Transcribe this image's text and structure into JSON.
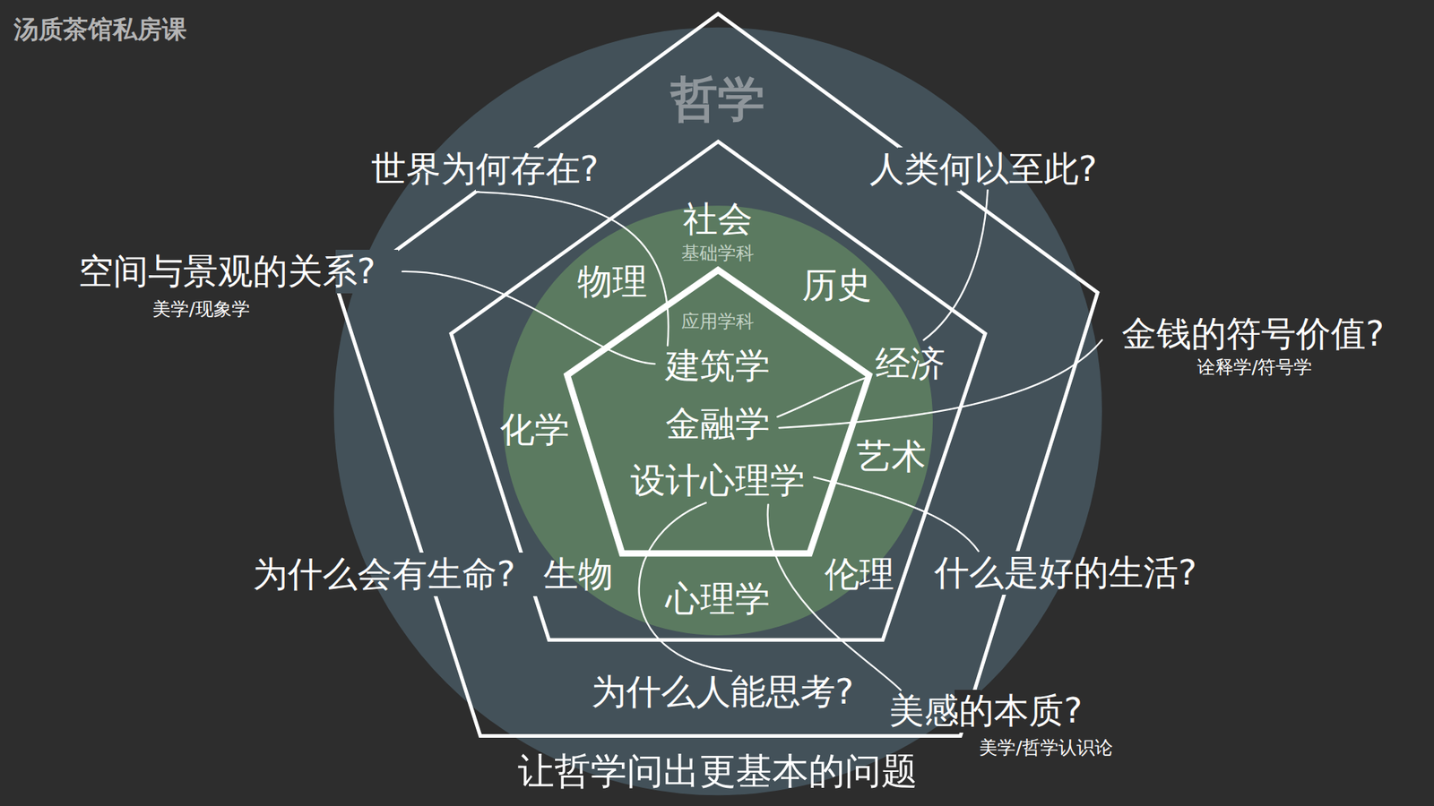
{
  "diagram": {
    "caption": "让哲学问出更基本的问题",
    "nodes": [
      {
        "text": [
          "哲学"
        ]
      },
      {
        "text": [
          "基础学科",
          "社会",
          "物理",
          "历史",
          "经济",
          "化学",
          "艺术",
          "生物",
          "伦理",
          "心理学"
        ],
        "in": 0
      },
      {
        "text": [
          "应用学科",
          "建筑学",
          "金融学",
          "设计心理学"
        ],
        "in": 1
      }
    ],
    "labels": [
      "汤质茶馆私房课",
      "世界为何存在?",
      "人类何以至此?",
      "空间与景观的关系?",
      "美学/现象学",
      "金钱的符号价值?",
      "诠释学/符号学",
      "为什么会有生命?",
      "什么是好的生活?",
      "为什么人能思考?",
      "美感的本质?",
      "美学/哲学认识论"
    ]
  }
}
